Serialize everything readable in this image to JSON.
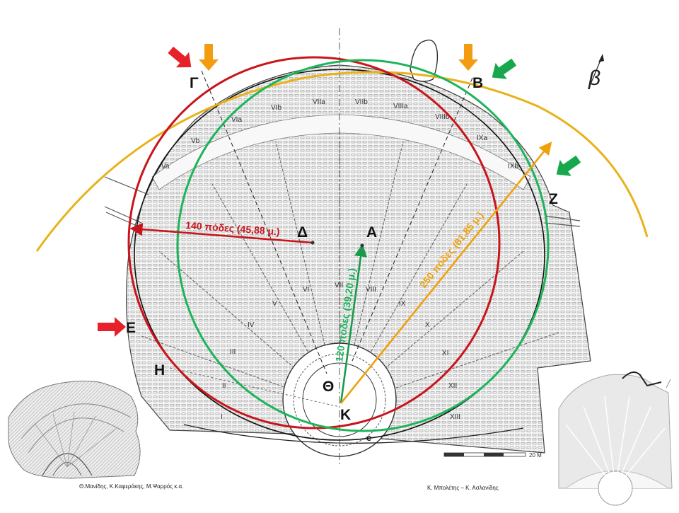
{
  "points": {
    "gamma": "Γ",
    "beta": "Β",
    "zeta": "Ζ",
    "delta": "Δ",
    "alpha": "Α",
    "epsilon": "Ε",
    "eta": "Η",
    "theta": "Θ",
    "kappa": "Κ",
    "e": "e"
  },
  "dimensions": {
    "red_radius": "140 πόδες (45,88 μ.)",
    "green_radius": "120 πόδες (39,20 μ.)",
    "orange_radius": "250 πόδες (81,85 μ.)"
  },
  "wedges": {
    "lower": [
      "I",
      "II",
      "III",
      "IV",
      "V",
      "VI",
      "VII",
      "VIII",
      "IX",
      "X",
      "XI",
      "XII",
      "XIII"
    ],
    "upper": [
      "Va",
      "Vb",
      "VIa",
      "VIb",
      "VIIa",
      "VIIb",
      "VIIIa",
      "VIIIb",
      "IXa",
      "IXb"
    ]
  },
  "north_symbol": "β",
  "scale_label": "20 Μ",
  "credits": {
    "left": "Θ.Μανίδης, Κ.Καφεράκης, Μ.Ψαρρός κ.α.",
    "right": "Κ. Μπολέτης – Κ. Ασλανίδης"
  },
  "colors": {
    "red": "#c8151b",
    "green": "#1db45a",
    "orange": "#f0a10a",
    "yellow": "#e8b21a",
    "arrow_red": "#e8202a",
    "arrow_green": "#18a84c",
    "arrow_orange": "#f39c12"
  }
}
